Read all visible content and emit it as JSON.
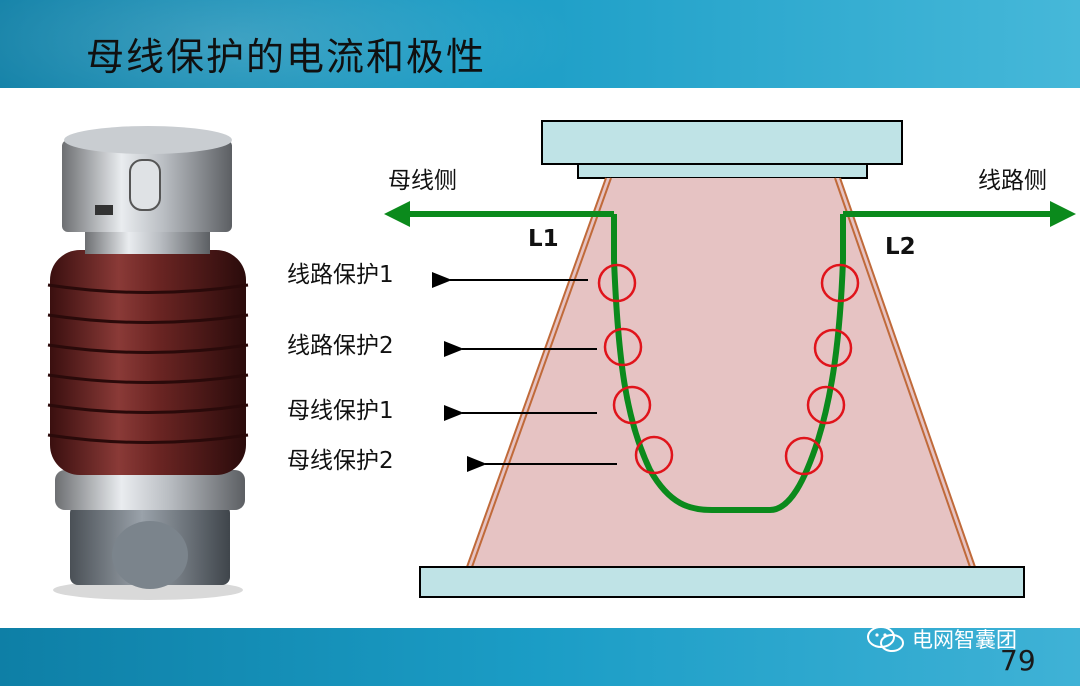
{
  "slide": {
    "title": "母线保护的电流和极性",
    "page_number": "79",
    "brand": "电网智囊团"
  },
  "diagram": {
    "left_side_label": "母线侧",
    "right_side_label": "线路侧",
    "left_tag": "L1",
    "right_tag": "L2",
    "protections": [
      "线路保护1",
      "线路保护2",
      "母线保护1",
      "母线保护2"
    ]
  },
  "colors": {
    "header": "#1b9dc6",
    "conductor": "#0b8a1c",
    "ct_ring": "#e0141b",
    "cone_fill": "#e6c3c3",
    "plate": "#bfe3e6"
  },
  "icons": [
    "wechat-icon"
  ]
}
